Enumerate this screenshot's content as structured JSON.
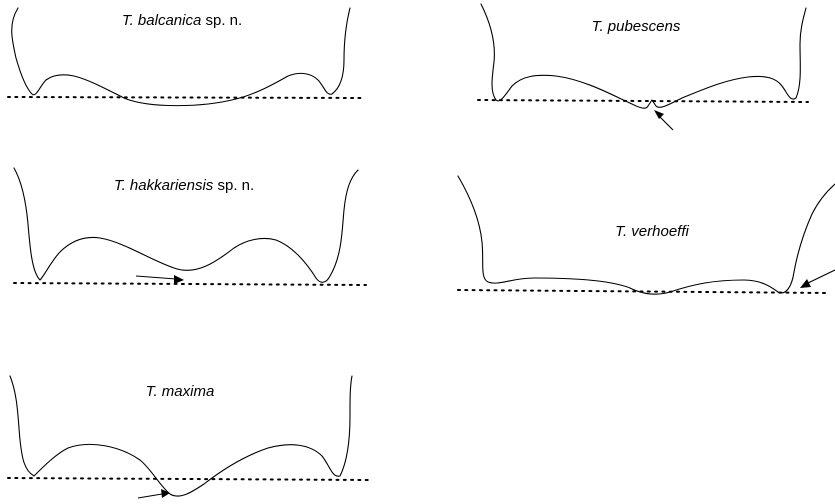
{
  "panels": [
    {
      "id": "balcanica",
      "species": "T. balcanica",
      "suffix": " sp. n.",
      "has_arrow": false
    },
    {
      "id": "pubescens",
      "species": "T. pubescens",
      "suffix": "",
      "has_arrow": true
    },
    {
      "id": "hakkariensis",
      "species": "T. hakkariensis",
      "suffix": " sp. n.",
      "has_arrow": true
    },
    {
      "id": "verhoeffi",
      "species": "T. verhoeffi",
      "suffix": "",
      "has_arrow": true
    },
    {
      "id": "maxima",
      "species": "T. maxima",
      "suffix": "",
      "has_arrow": true
    }
  ],
  "colors": {
    "line": "#000000",
    "background": "#ffffff"
  }
}
